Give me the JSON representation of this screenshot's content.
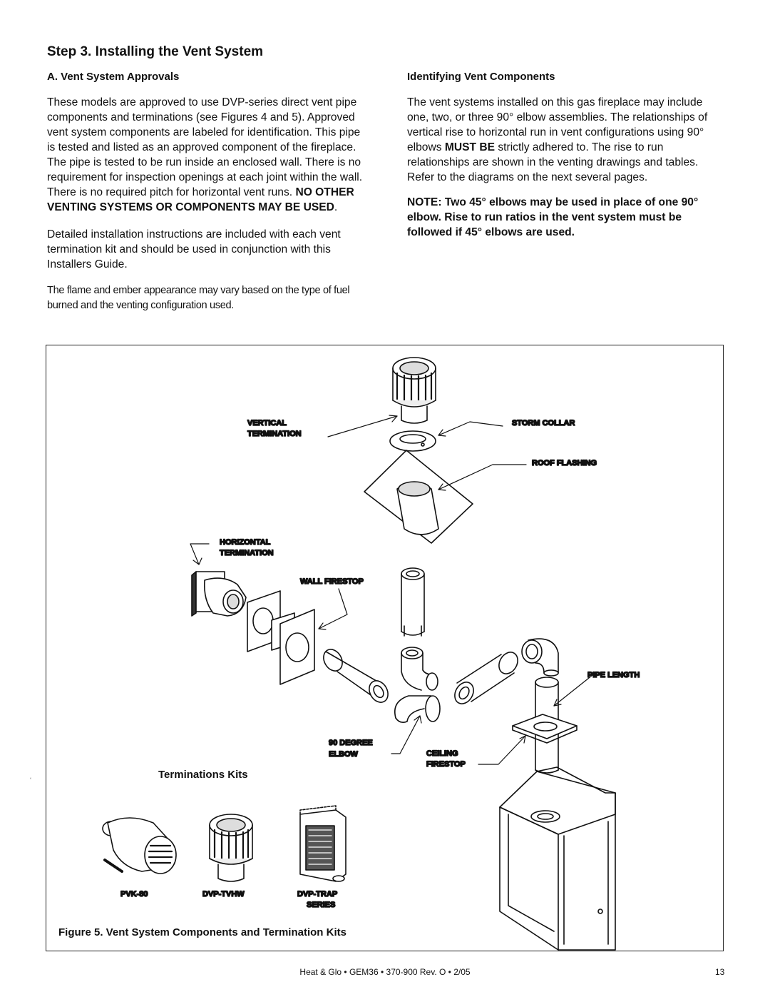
{
  "title": "Step 3.  Installing the Vent System",
  "left": {
    "heading": "A.  Vent System Approvals",
    "p1": "These models are approved to use DVP-series direct vent pipe components and terminations (see Figures 4 and 5). Approved vent system components are labeled for identification. This pipe is tested and listed as an approved component of the fireplace. The pipe is tested to be run inside an enclosed wall. There is no requirement for inspection openings at each joint within the wall. There is no required pitch for horizontal vent runs. ",
    "p1_bold": "NO OTHER VENTING SYSTEMS OR COMPONENTS MAY BE USED",
    "p1_end": ".",
    "p2": "Detailed installation instructions are included with each vent termination kit and should be used in conjunction with this Installers Guide.",
    "p3": "The flame and ember appearance may vary based on the type of fuel burned and the venting configuration used."
  },
  "right": {
    "heading": "Identifying Vent Components",
    "p1_a": "The vent systems installed on this gas fireplace may include one, two, or three 90° elbow assemblies. The relationships of vertical rise to horizontal run in vent configurations using 90° elbows ",
    "p1_bold": "MUST BE",
    "p1_b": " strictly adhered to. The rise to run relationships are shown in the venting drawings and tables. Refer to the diagrams on the next several pages.",
    "note": "NOTE:  Two 45° elbows may be used in place of one 90° elbow. Rise to run ratios in the vent system must be followed if 45° elbows are used."
  },
  "figure": {
    "labels": {
      "vertical_1": "VERTICAL",
      "vertical_2": "TERMINATION",
      "storm_collar": "STORM COLLAR",
      "roof_flashing": "ROOF FLASHING",
      "horizontal_1": "HORIZONTAL",
      "horizontal_2": "TERMINATION",
      "wall_firestop": "WALL FIRESTOP",
      "pipe_length": "PIPE LENGTH",
      "elbow_1": "90 DEGREE",
      "elbow_2": "ELBOW",
      "ceiling_1": "CEILING",
      "ceiling_2": "FIRESTOP",
      "pvk": "PVK-80",
      "dvp_tvhw": "DVP-TVHW",
      "dvp_trap_1": "DVP-TRAP",
      "dvp_trap_2": "SERIES"
    },
    "terminations_kits": "Terminations Kits",
    "caption": "Figure 5.   Vent System Components and Termination Kits"
  },
  "stray_mark": "‘",
  "footer": "Heat & Glo  •  GEM36  •  370-900  Rev. O  •  2/05",
  "page_number": "13"
}
